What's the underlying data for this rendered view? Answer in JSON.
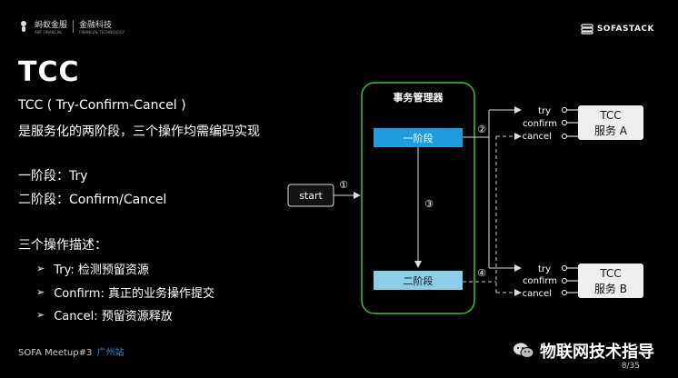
{
  "header": {
    "logo_left_text": "蚂蚁金服",
    "logo_left_sub": "ANT FINANCIAL",
    "logo_left_right_text": "金融科技",
    "logo_left_right_sub": "FINANCIAL TECHNOLOGY",
    "logo_right_text": "SOFASTACK"
  },
  "slide": {
    "title": "TCC",
    "line1": "TCC ( Try-Confirm-Cancel )",
    "line2": "是服务化的两阶段，三个操作均需编码实现",
    "line3": "一阶段：Try",
    "line4": "二阶段：Confirm/Cancel",
    "line5": "三个操作描述：",
    "bullets": [
      "Try: 检测预留资源",
      "Confirm: 真正的业务操作提交",
      "Cancel: 预留资源释放"
    ],
    "bullet_glyph": "➢"
  },
  "diagram": {
    "start_label": "start",
    "tm_label": "事务管理器",
    "phase1_label": "一阶段",
    "phase2_label": "二阶段",
    "step1": "①",
    "step2": "②",
    "step3": "③",
    "step4": "④",
    "ops_a": [
      "try",
      "confirm",
      "cancel"
    ],
    "ops_b": [
      "try",
      "confirm",
      "cancel"
    ],
    "service_a_line1": "TCC",
    "service_a_line2": "服务 A",
    "service_b_line1": "TCC",
    "service_b_line2": "服务 B"
  },
  "footer": {
    "event": "SOFA Meetup#3",
    "city": "广州站",
    "page": "8/35",
    "wechat_name": "物联网技术指导"
  },
  "colors": {
    "background": "#000000",
    "tm_border": "#39c43a",
    "phase_fill": "#1f9be0",
    "phase2_fill": "#8ecde8",
    "service_fill": "#eeeeee",
    "footer_city": "#2a8fd6"
  }
}
